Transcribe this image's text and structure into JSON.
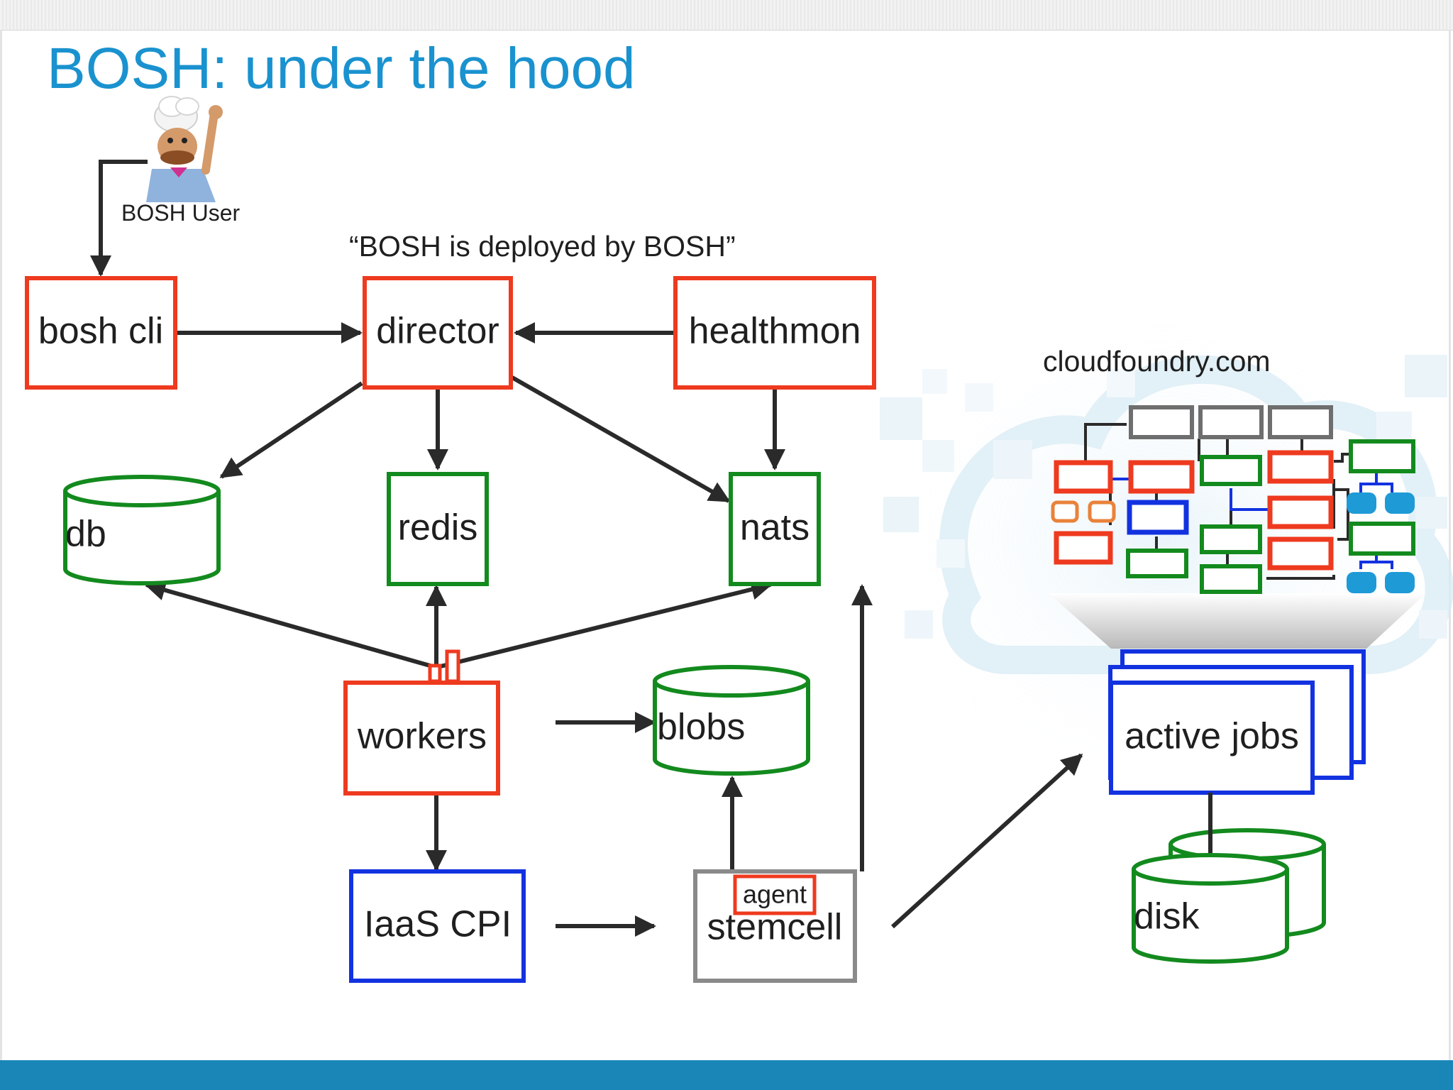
{
  "title": "BOSH: under the hood",
  "user_label": "BOSH User",
  "quote": "“BOSH is deployed by BOSH”",
  "cloud_label": "cloudfoundry.com",
  "nodes": {
    "bosh_cli": "bosh cli",
    "director": "director",
    "healthmon": "healthmon",
    "db": "db",
    "redis": "redis",
    "nats": "nats",
    "workers": "workers",
    "blobs": "blobs",
    "iaas_cpi": "IaaS CPI",
    "stemcell": "stemcell",
    "agent": "agent",
    "active_jobs": "active jobs",
    "disk": "disk"
  },
  "colors": {
    "title": "#1a92cf",
    "red": "#ee3a1f",
    "green": "#138a1e",
    "blue": "#1232e0",
    "gray": "#8a8a8a",
    "arrow": "#2a2a2a",
    "bottom_bar": "#1a86b8"
  }
}
